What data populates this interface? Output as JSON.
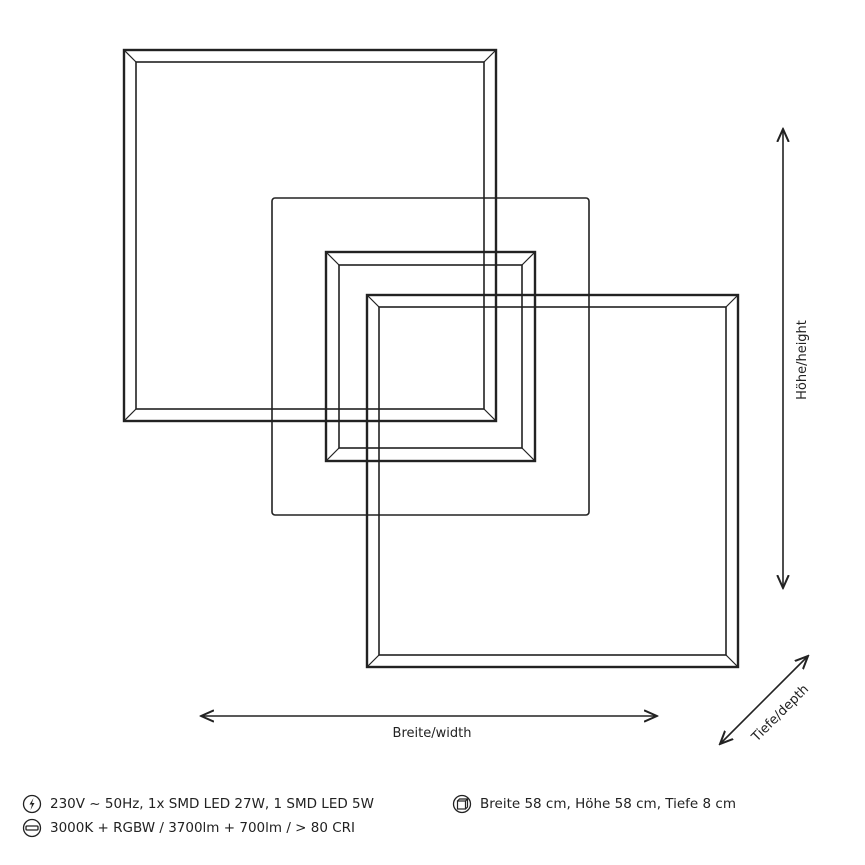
{
  "dimensions": {
    "width_label": "Breite/width",
    "height_label": "Höhe/height",
    "depth_label": "Tiefe/depth"
  },
  "specs": {
    "power": {
      "icon": "lightning-icon",
      "text": "230V ~ 50Hz, 1x SMD LED 27W, 1 SMD LED 5W"
    },
    "light": {
      "icon": "led-strip-icon",
      "text": "3000K + RGBW / 3700lm + 700lm / > 80 CRI"
    },
    "size": {
      "icon": "cube-icon",
      "text": "Breite 58 cm, Höhe 58 cm, Tiefe 8 cm"
    }
  },
  "colors": {
    "line": "#222222"
  }
}
